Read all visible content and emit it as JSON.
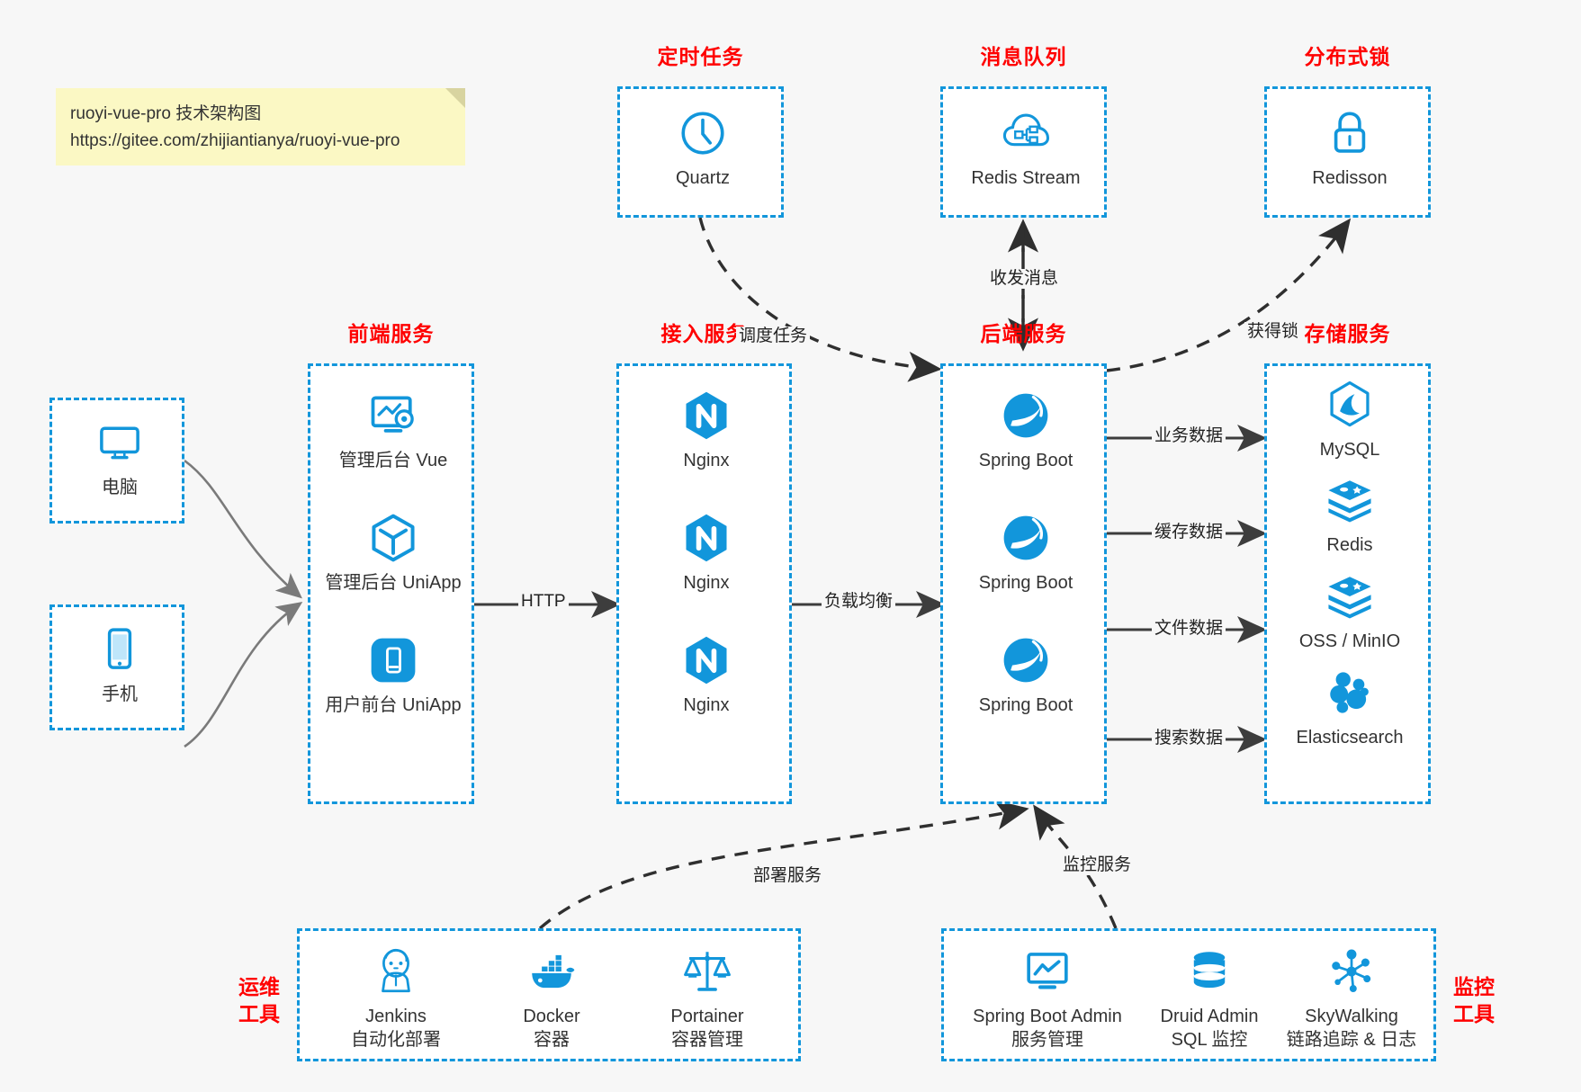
{
  "note": {
    "line1": "ruoyi-vue-pro 技术架构图",
    "line2": "https://gitee.com/zhijiantianya/ruoyi-vue-pro"
  },
  "groups": {
    "scheduler": {
      "title": "定时任务"
    },
    "mq": {
      "title": "消息队列"
    },
    "lock": {
      "title": "分布式锁"
    },
    "frontend": {
      "title": "前端服务"
    },
    "gateway": {
      "title": "接入服务"
    },
    "backend": {
      "title": "后端服务"
    },
    "storage": {
      "title": "存储服务"
    },
    "ops": {
      "title_line1": "运维",
      "title_line2": "工具"
    },
    "monitor": {
      "title_line1": "监控",
      "title_line2": "工具"
    }
  },
  "clients": [
    {
      "id": "pc",
      "label": "电脑",
      "icon": "monitor-icon"
    },
    {
      "id": "phone",
      "label": "手机",
      "icon": "phone-icon"
    }
  ],
  "scheduler_nodes": [
    {
      "label": "Quartz",
      "icon": "clock-icon"
    }
  ],
  "mq_nodes": [
    {
      "label": "Redis Stream",
      "icon": "cloud-network-icon"
    }
  ],
  "lock_nodes": [
    {
      "label": "Redisson",
      "icon": "lock-icon"
    }
  ],
  "frontend_nodes": [
    {
      "label": "管理后台 Vue",
      "icon": "dashboard-gear-icon"
    },
    {
      "label": "管理后台 UniApp",
      "icon": "cube-icon"
    },
    {
      "label": "用户前台 UniApp",
      "icon": "mobile-app-icon"
    }
  ],
  "gateway_nodes": [
    {
      "label": "Nginx",
      "icon": "nginx-icon"
    },
    {
      "label": "Nginx",
      "icon": "nginx-icon"
    },
    {
      "label": "Nginx",
      "icon": "nginx-icon"
    }
  ],
  "backend_nodes": [
    {
      "label": "Spring Boot",
      "icon": "spring-boot-icon"
    },
    {
      "label": "Spring Boot",
      "icon": "spring-boot-icon"
    },
    {
      "label": "Spring Boot",
      "icon": "spring-boot-icon"
    }
  ],
  "storage_nodes": [
    {
      "label": "MySQL",
      "icon": "mysql-icon"
    },
    {
      "label": "Redis",
      "icon": "redis-icon"
    },
    {
      "label": "OSS / MinIO",
      "icon": "oss-minio-icon"
    },
    {
      "label": "Elasticsearch",
      "icon": "elasticsearch-icon"
    }
  ],
  "ops_nodes": [
    {
      "label": "Jenkins",
      "sub": "自动化部署",
      "icon": "jenkins-icon"
    },
    {
      "label": "Docker",
      "sub": "容器",
      "icon": "docker-icon"
    },
    {
      "label": "Portainer",
      "sub": "容器管理",
      "icon": "scales-icon"
    }
  ],
  "monitor_nodes": [
    {
      "label": "Spring Boot Admin",
      "sub": "服务管理",
      "icon": "monitor-chart-icon"
    },
    {
      "label": "Druid Admin",
      "sub": "SQL 监控",
      "icon": "database-icon"
    },
    {
      "label": "SkyWalking",
      "sub": "链路追踪 & 日志",
      "icon": "skywalking-icon"
    }
  ],
  "edge_labels": {
    "http": "HTTP",
    "load_balance": "负载均衡",
    "schedule_task": "调度任务",
    "send_receive_msg": "收发消息",
    "acquire_lock": "获得锁",
    "business_data": "业务数据",
    "cache_data": "缓存数据",
    "file_data": "文件数据",
    "search_data": "搜索数据",
    "deploy_service": "部署服务",
    "monitor_service": "监控服务"
  },
  "colors": {
    "accent": "#1296db",
    "title": "#ff0000",
    "background": "#f7f7f7",
    "note": "#fbf8c4",
    "edge": "#3d3d3d",
    "client_edge": "#808080"
  }
}
